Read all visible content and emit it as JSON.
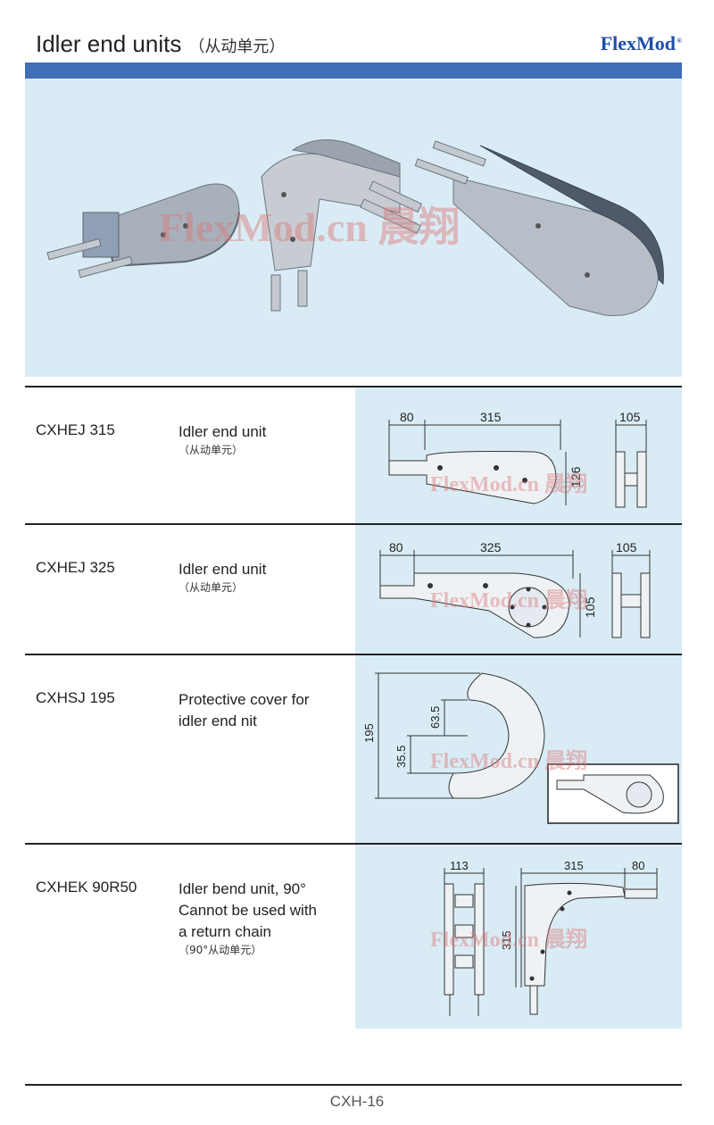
{
  "header": {
    "title": "Idler end units",
    "title_cn": "（从动单元）",
    "logo": "FlexMod",
    "logo_mark": "®"
  },
  "watermark": {
    "text": "FlexMod.cn 晨翔"
  },
  "products": [
    {
      "code": "CXHEJ 315",
      "description": [
        "Idler end unit"
      ],
      "description_cn": "（从动单元）",
      "dimensions": [
        "80",
        "315",
        "105",
        "126"
      ]
    },
    {
      "code": "CXHEJ 325",
      "description": [
        "Idler end unit"
      ],
      "description_cn": "（从动单元）",
      "dimensions": [
        "80",
        "325",
        "105",
        "105"
      ]
    },
    {
      "code": "CXHSJ 195",
      "description": [
        "Protective cover for",
        "idler end nit"
      ],
      "description_cn": "",
      "dimensions": [
        "195",
        "63.5",
        "35.5"
      ]
    },
    {
      "code": "CXHEK 90R50",
      "description": [
        "Idler bend unit, 90°",
        "Cannot be used with",
        "a return chain"
      ],
      "description_cn": "（90°从动单元）",
      "dimensions": [
        "113",
        "315",
        "80",
        "315"
      ]
    }
  ],
  "footer": {
    "page": "CXH-16"
  },
  "colors": {
    "accent_bar": "#3f6fb7",
    "panel_bg": "#d9ecf5",
    "logo": "#1f4fa8",
    "watermark": "#dc7878"
  }
}
